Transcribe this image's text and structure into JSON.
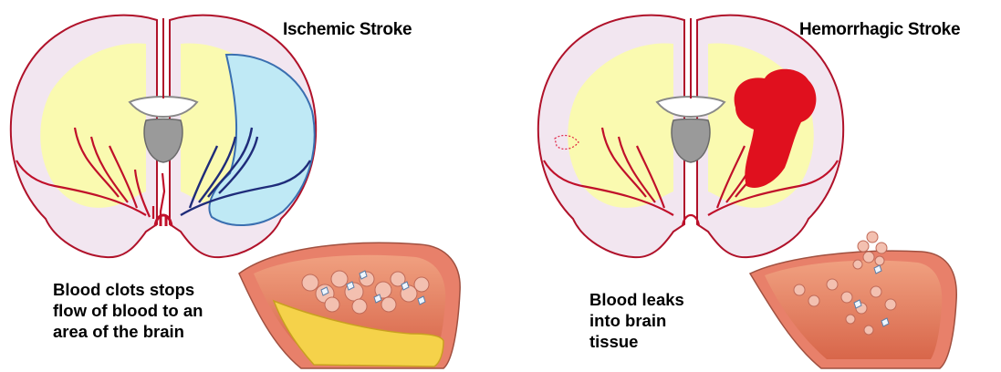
{
  "panels": [
    {
      "title": "Ischemic Stroke",
      "caption_lines": [
        "Blood clots stops",
        "flow of blood to an",
        "area of the brain"
      ]
    },
    {
      "title": "Hemorrhagic Stroke",
      "caption_lines": [
        "Blood leaks",
        "into brain",
        "tissue"
      ]
    }
  ],
  "colors": {
    "brain_outline": "#b0122a",
    "gray_matter": "#f2e6f0",
    "white_matter": "#fafab0",
    "artery": "#c0102a",
    "ischemic_region": "#bfe9f5",
    "ischemic_vessels": "#1f2c7a",
    "hemorrhage": "#e0101e",
    "vessel_wall": "#e8806a",
    "plaque": "#f5d24a"
  }
}
